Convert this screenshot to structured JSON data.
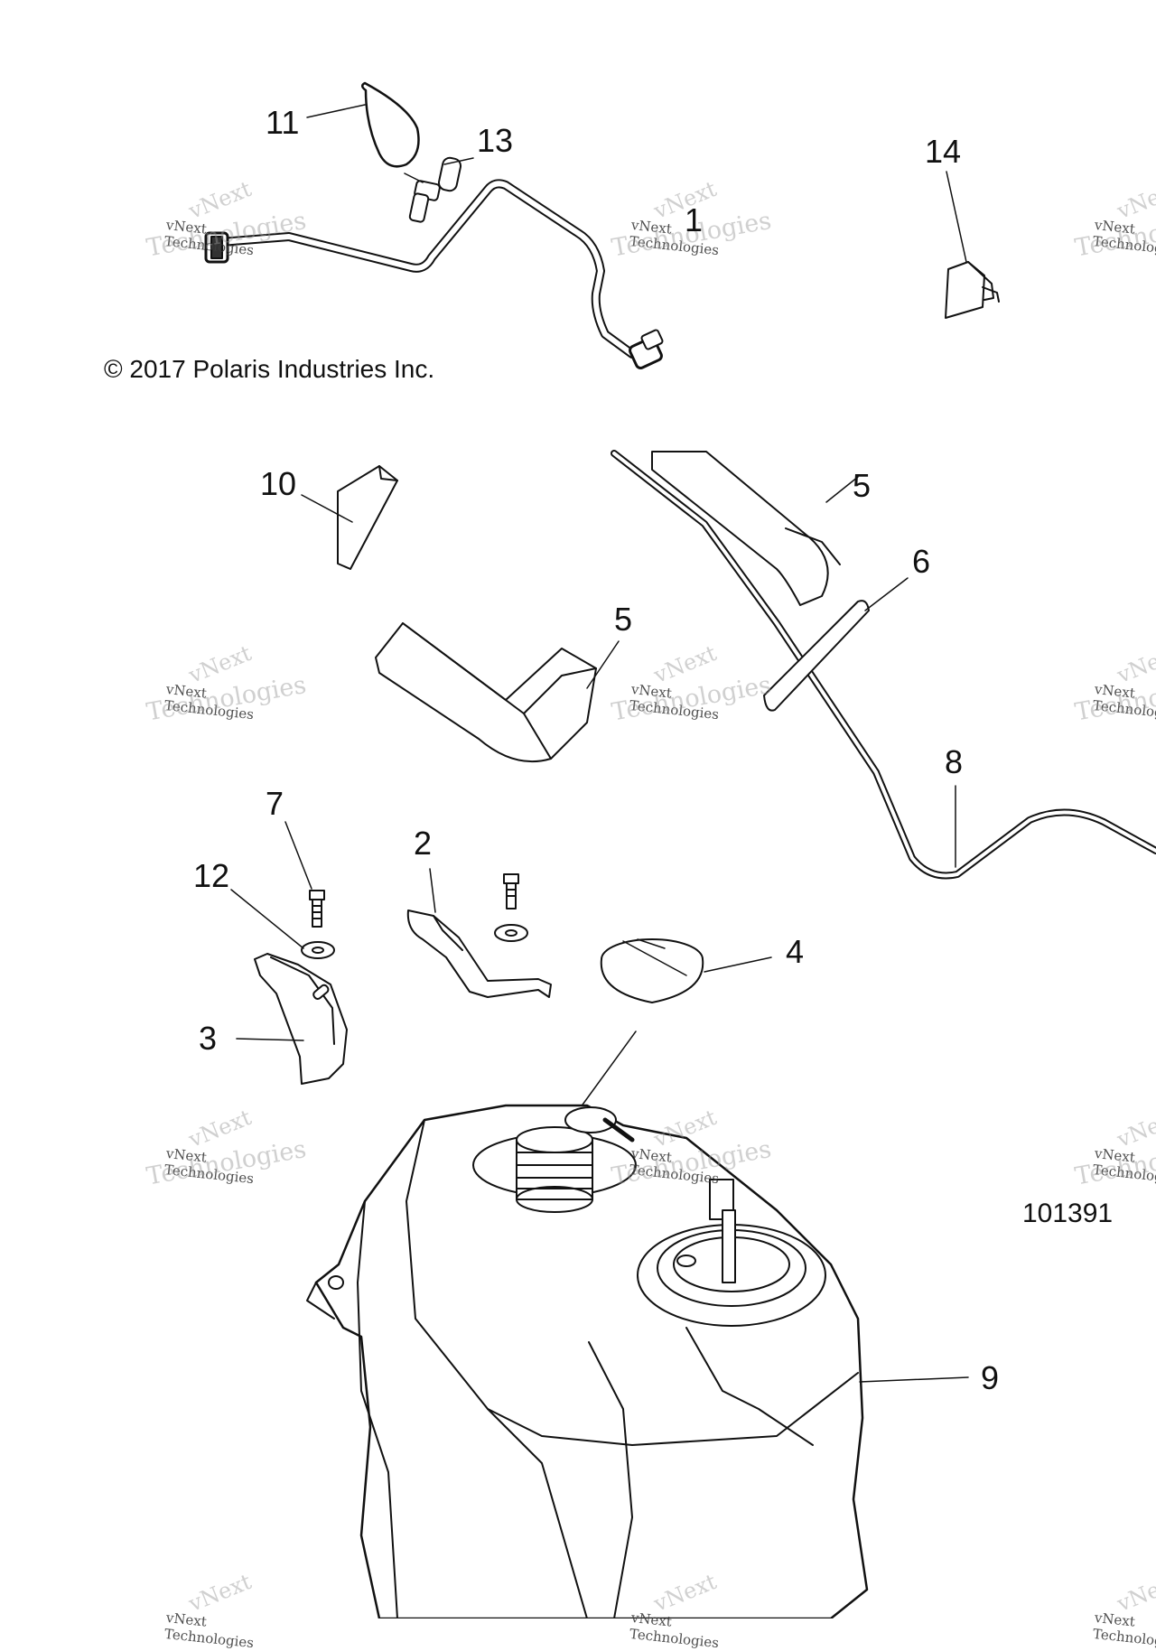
{
  "copyright": "© 2017 Polaris Industries Inc.",
  "diagram_number": "101391",
  "watermark": {
    "line1": "vNext",
    "line2": "vNext Technologies",
    "line3": "Technologies"
  },
  "callouts": {
    "c1": "1",
    "c2": "2",
    "c3": "3",
    "c4": "4",
    "c5a": "5",
    "c5b": "5",
    "c6": "6",
    "c7": "7",
    "c8": "8",
    "c9": "9",
    "c10": "10",
    "c11": "11",
    "c12": "12",
    "c13": "13",
    "c14": "14"
  }
}
